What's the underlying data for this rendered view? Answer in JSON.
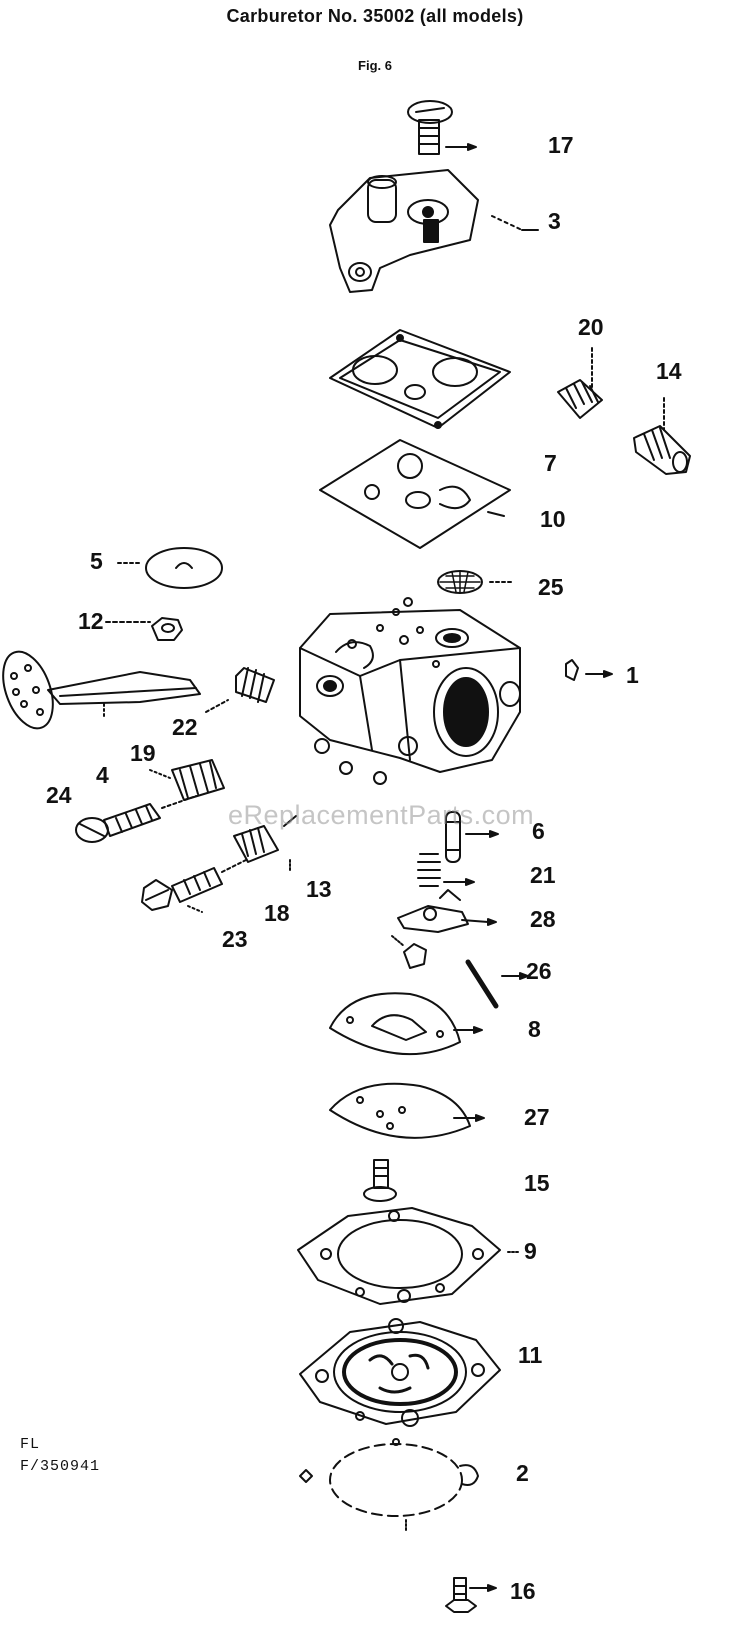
{
  "header": {
    "title": "Carburetor No. 35002 (all models)",
    "figure": "Fig. 6"
  },
  "watermark": "eReplacementParts.com",
  "footer": {
    "line1": "FL",
    "line2": "F/350941"
  },
  "labels": {
    "p1": "1",
    "p2": "2",
    "p3": "3",
    "p4": "4",
    "p5": "5",
    "p6": "6",
    "p7": "7",
    "p8": "8",
    "p9": "9",
    "p10": "10",
    "p11": "11",
    "p12": "12",
    "p13": "13",
    "p14": "14",
    "p15": "15",
    "p16": "16",
    "p17": "17",
    "p18": "18",
    "p19": "19",
    "p20": "20",
    "p21": "21",
    "p22": "22",
    "p23": "23",
    "p24": "24",
    "p25": "25",
    "p26": "26",
    "p27": "27",
    "p28": "28"
  },
  "colors": {
    "ink": "#111111",
    "background": "#ffffff",
    "watermark": "#969696"
  }
}
